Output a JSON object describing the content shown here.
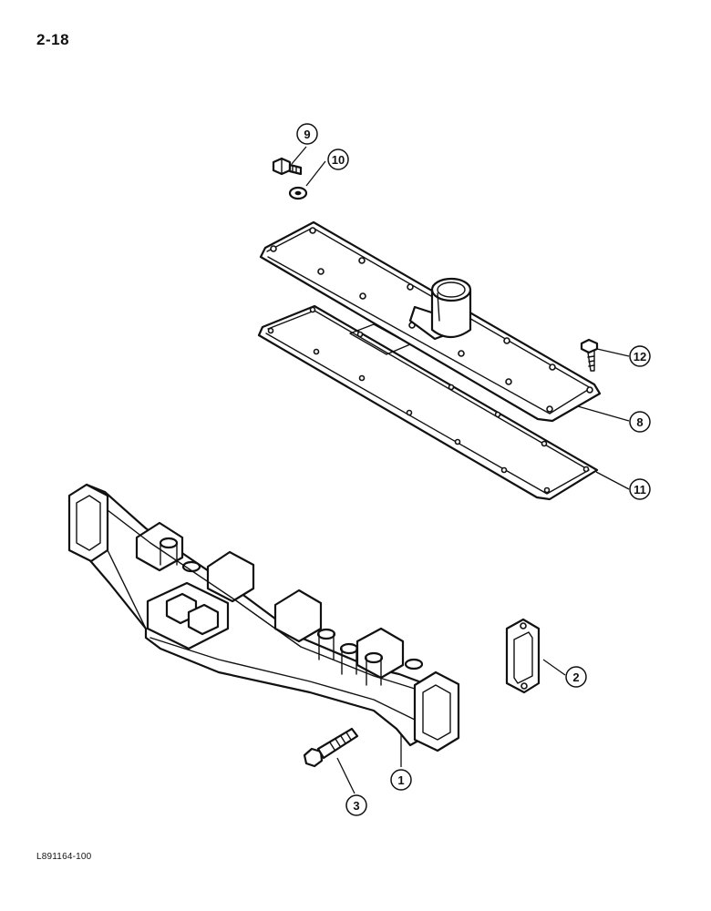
{
  "page": {
    "page_number": "2-18",
    "figure_code": "L891164-100"
  },
  "callouts": [
    {
      "id": "c9",
      "label": "9",
      "part": "fill plug"
    },
    {
      "id": "c10",
      "label": "10",
      "part": "washer"
    },
    {
      "id": "c12",
      "label": "12",
      "part": "cap screw"
    },
    {
      "id": "c8",
      "label": "8",
      "part": "water manifold cover"
    },
    {
      "id": "c11",
      "label": "11",
      "part": "gasket"
    },
    {
      "id": "c2",
      "label": "2",
      "part": "exhaust gasket"
    },
    {
      "id": "c1",
      "label": "1",
      "part": "exhaust manifold"
    },
    {
      "id": "c3",
      "label": "3",
      "part": "cap screw"
    }
  ]
}
